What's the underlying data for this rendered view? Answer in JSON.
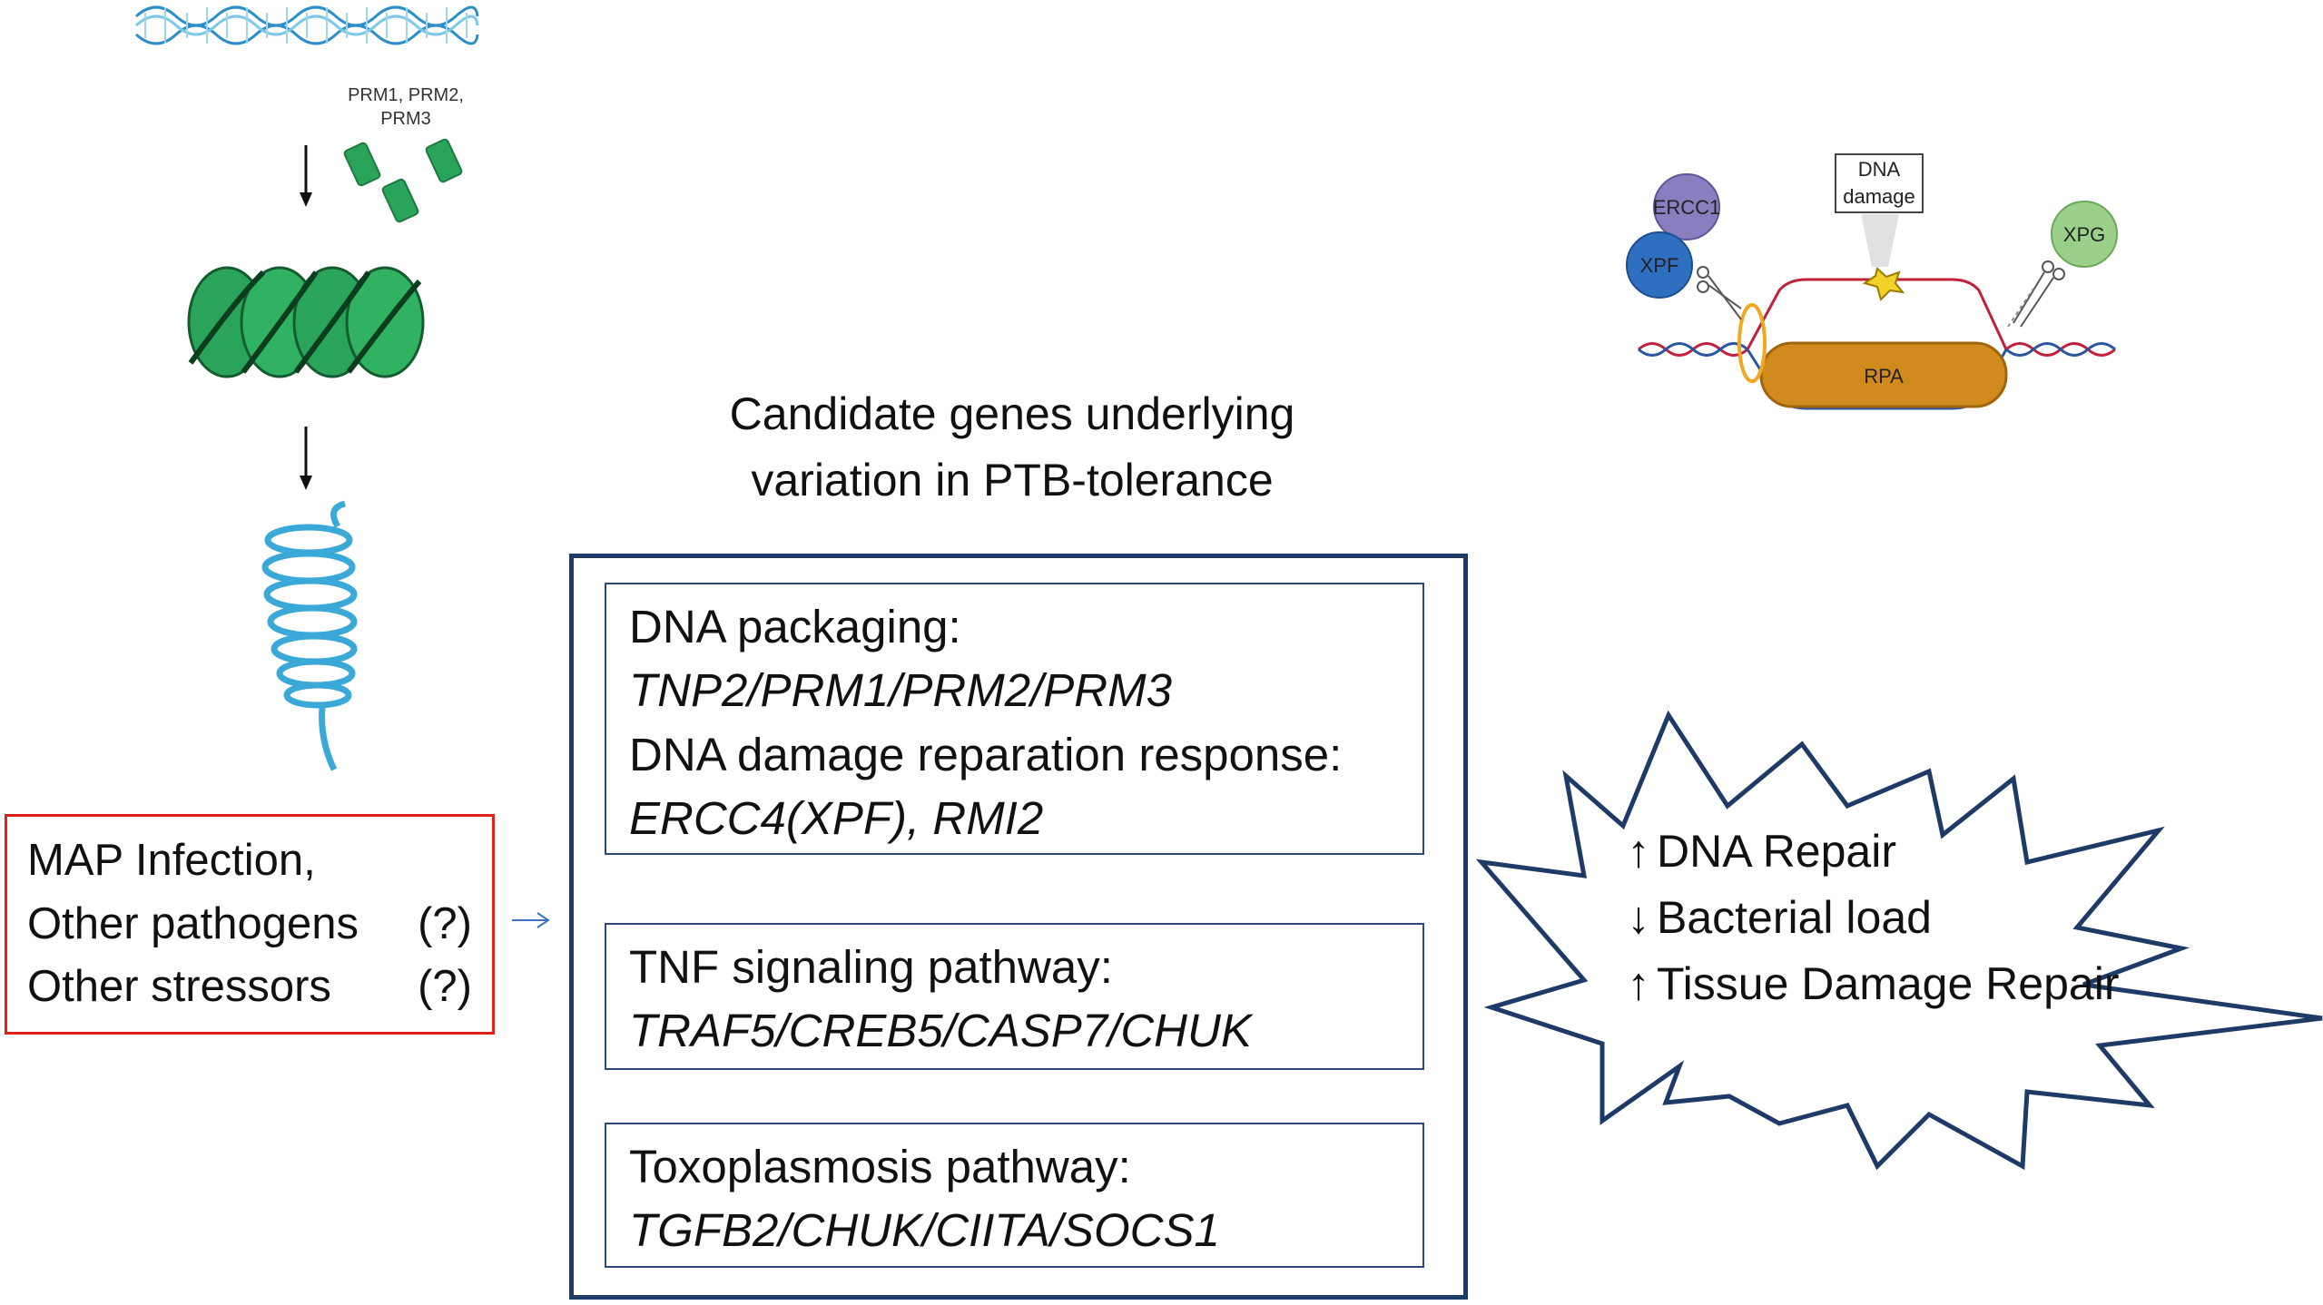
{
  "title": {
    "line1": "Candidate genes underlying",
    "line2": "variation in PTB-tolerance"
  },
  "candidate_boxes": [
    {
      "label": "DNA packaging:",
      "genes": "TNP2/PRM1/PRM2/PRM3",
      "label2": "DNA damage reparation response:",
      "genes2": "ERCC4(XPF), RMI2"
    },
    {
      "label": "TNF signaling pathway:",
      "genes": "TRAF5/CREB5/CASP7/CHUK"
    },
    {
      "label": "Toxoplasmosis pathway:",
      "genes": "TGFB2/CHUK/CIITA/SOCS1"
    }
  ],
  "stressors": {
    "line1": "MAP Infection,",
    "line2_text": "Other pathogens",
    "line2_mark": "(?)",
    "line3_text": "Other stressors",
    "line3_mark": "(?)"
  },
  "outcomes": [
    {
      "arrow": "↑",
      "text": "DNA Repair"
    },
    {
      "arrow": "↓",
      "text": "Bacterial load"
    },
    {
      "arrow": "↑",
      "text": "Tissue Damage Repair"
    }
  ],
  "chromatin_panel": {
    "prm_label": "PRM1, PRM2, PRM3"
  },
  "repair_panel": {
    "dna_damage_label": "DNA damage",
    "ercc1": "ERCC1",
    "xpf": "XPF",
    "xpg": "XPG",
    "rpa": "RPA"
  },
  "colors": {
    "box_border": "#1e3a66",
    "stressor_border": "#e0201a",
    "protamine_green": "#2aa45a",
    "dna_blue": "#3aa9d8"
  }
}
